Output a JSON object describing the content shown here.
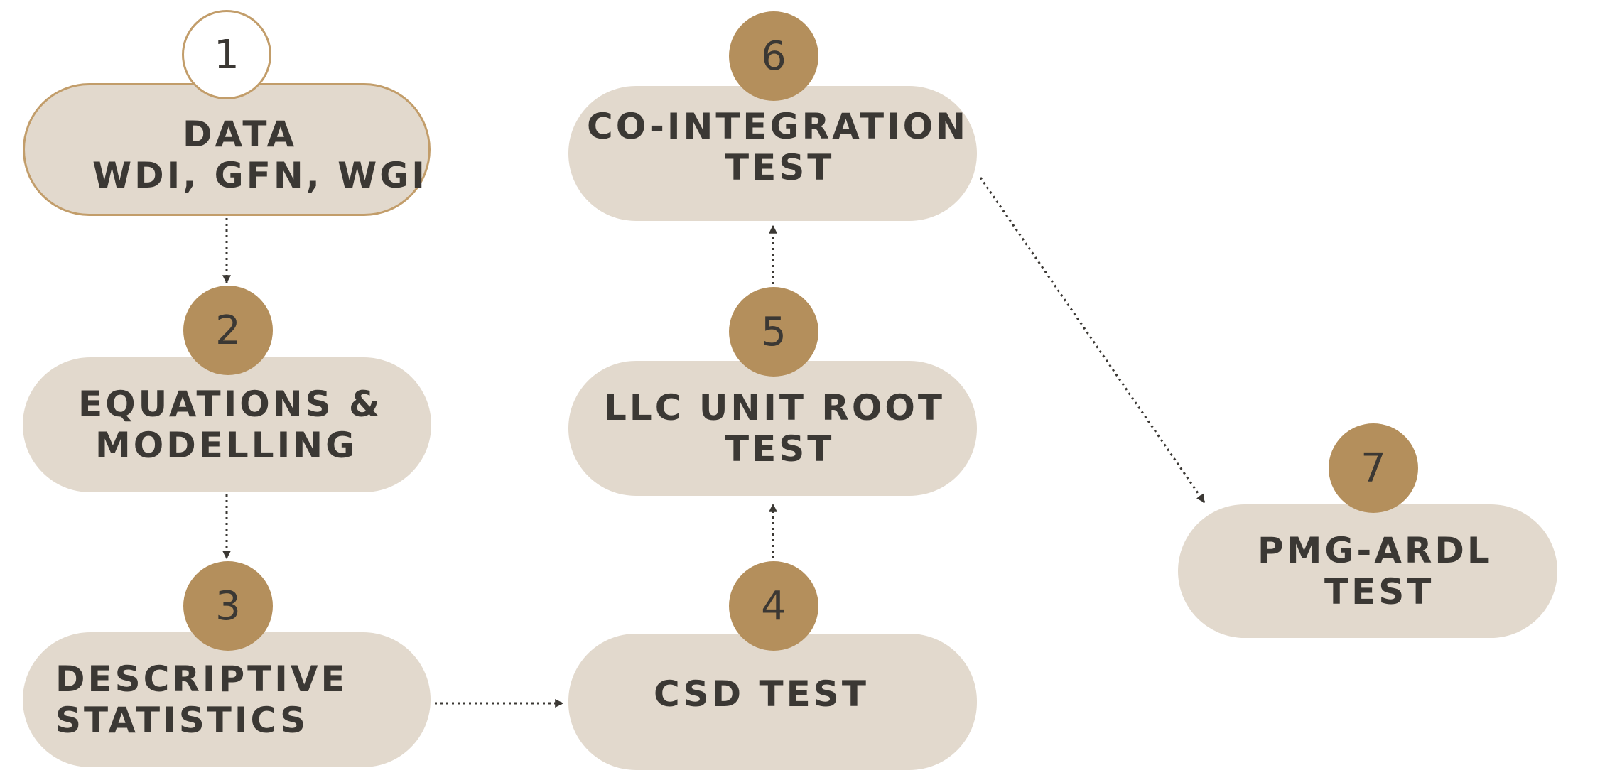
{
  "steps": [
    {
      "number": "1",
      "lines": [
        "DATA",
        "WDI, GFN, WGI"
      ]
    },
    {
      "number": "2",
      "lines": [
        "EQUATIONS &",
        "MODELLING"
      ]
    },
    {
      "number": "3",
      "lines": [
        "DESCRIPTIVE",
        "STATISTICS"
      ]
    },
    {
      "number": "4",
      "lines": [
        "CSD TEST"
      ]
    },
    {
      "number": "5",
      "lines": [
        "LLC UNIT ROOT",
        "TEST"
      ]
    },
    {
      "number": "6",
      "lines": [
        "CO-INTEGRATION",
        "TEST"
      ]
    },
    {
      "number": "7",
      "lines": [
        "PMG-ARDL",
        "TEST"
      ]
    }
  ],
  "connections": [
    {
      "from": "1",
      "to": "2"
    },
    {
      "from": "2",
      "to": "3"
    },
    {
      "from": "3",
      "to": "4"
    },
    {
      "from": "4",
      "to": "5"
    },
    {
      "from": "5",
      "to": "6"
    },
    {
      "from": "6",
      "to": "7"
    }
  ],
  "colors": {
    "pill_fill": "#e2d9cd",
    "badge_fill": "#b48f5c",
    "outline": "#c29d6a",
    "text": "#3b3834",
    "connector": "#3b3834"
  }
}
